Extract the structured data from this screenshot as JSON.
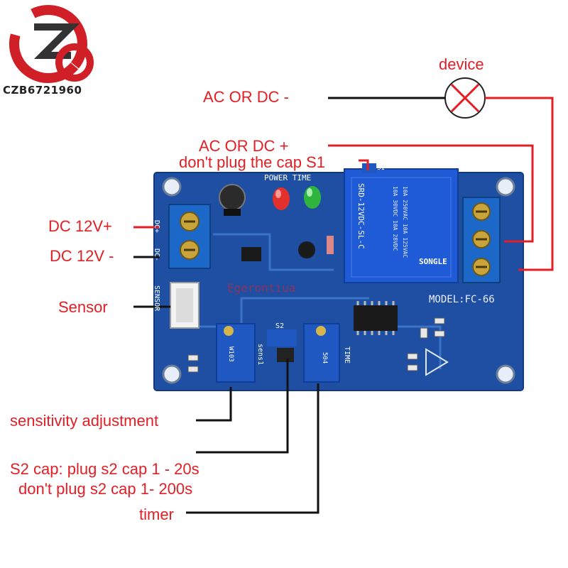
{
  "logo": {
    "text": "CZB6721960",
    "name": "brand-logo"
  },
  "labels": {
    "device": "device",
    "ac_dc_minus": "AC OR DC -",
    "ac_dc_plus": "AC OR DC +",
    "cap_s1": "don't plug the cap S1",
    "dc12_plus": "DC 12V+",
    "dc12_minus": "DC 12V -",
    "sensor": "Sensor",
    "sensitivity": "sensitivity  adjustment",
    "s2_line1": "S2 cap: plug s2 cap 1 - 20s",
    "s2_line2": "don't plug s2 cap  1- 200s",
    "timer": "timer"
  },
  "board": {
    "top_label": "POWER TIME",
    "model": "MODEL:FC-66",
    "relay_line1": "SRD-12VDC-SL-C",
    "relay_line2": "10A 250VAC  10A 125VAC",
    "relay_line3": "10A 30VDC   10A 28VDC",
    "relay_brand": "SONGLE",
    "sens_label": "sens1",
    "time_label": "TIME",
    "s2_label": "S2",
    "s1_label": "S1",
    "dc_plus": "DC+",
    "dc_minus": "DC-",
    "sensor_label": "SENSOR",
    "pot1_code": "W103",
    "pot2_code": "504",
    "watermark": "Egerontiua"
  },
  "colors": {
    "label_red": "#e31e24",
    "wire_red": "#e31e24",
    "wire_black": "#111111",
    "pcb": "#1e4fa3",
    "terminal": "#1c68c8",
    "relay": "#1f5bd6"
  }
}
